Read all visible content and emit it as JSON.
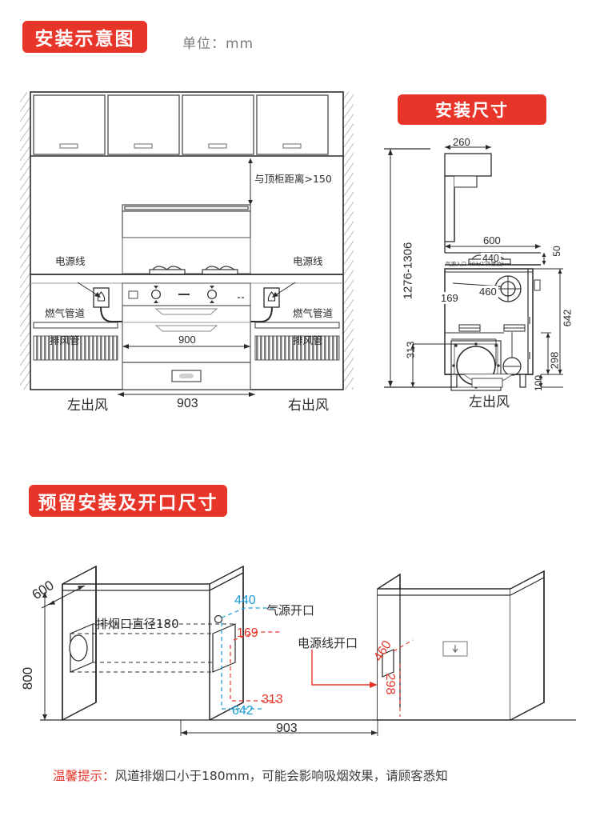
{
  "page": {
    "unit_note": "单位：mm",
    "sections": [
      {
        "id": "schematic",
        "title": "安装示意图"
      },
      {
        "id": "dimensions",
        "title": "安装尺寸"
      },
      {
        "id": "reserved",
        "title": "预留安装及开口尺寸"
      }
    ],
    "tip": {
      "prefix": "温馨提示：",
      "body": "风道排烟口小于180mm，可能会影响吸烟效果，请顾客悉知"
    }
  },
  "colors": {
    "badge_red": "#e8352a",
    "tip_red": "#e8352a",
    "blue_dim": "#1b9ad6",
    "red_dim": "#e8352a",
    "line": "#2b2b2b",
    "gray_text": "#7b7b7b"
  },
  "schematic": {
    "labels": {
      "top_cabinet_gap": "与顶柜距离>150",
      "power_cord_left": "电源线",
      "power_cord_right": "电源线",
      "gas_pipe_left": "燃气管道",
      "gas_pipe_right": "燃气管道",
      "exhaust_left": "排风管",
      "exhaust_right": "排风管",
      "outlet_left": "左出风",
      "outlet_right": "右出风"
    },
    "dims": {
      "cooktop_width": "900",
      "overall_width": "903"
    },
    "cabinet_count": 4
  },
  "dimensions": {
    "labels": {
      "gas_inlet": "气源入口（G1/2″外螺纹）",
      "air_outlet": "左出风"
    },
    "dims": {
      "hood_depth": "260",
      "hood_width": "600",
      "total_height": "1276-1306",
      "body_width": "440",
      "panel_width": "460",
      "left_offset": "169",
      "floor_offset": "313",
      "body_height": "642",
      "outlet_height": "298",
      "foot_height": "100",
      "cooktop_lip": "50"
    }
  },
  "reserved": {
    "labels": {
      "flue_diameter": "排烟口直径180",
      "gas_opening": "气源开口",
      "power_opening": "电源线开口"
    },
    "dims": {
      "depth": "600",
      "height": "800",
      "gas_x": "440",
      "power_x": "169",
      "gas_depth": "642",
      "power_depth": "313",
      "power_height": "460",
      "power_floor": "298",
      "span": "903"
    }
  }
}
